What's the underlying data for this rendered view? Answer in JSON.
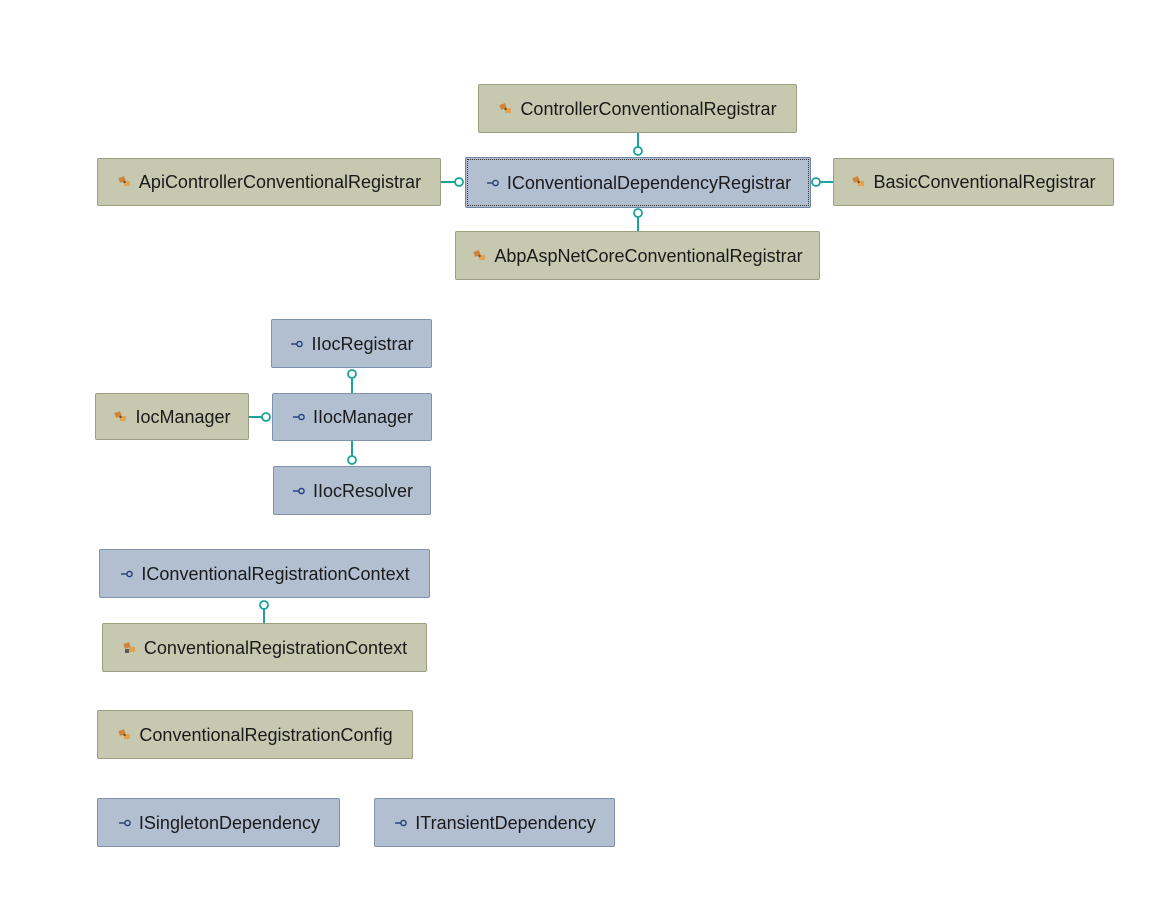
{
  "colors": {
    "class_fill": "#c6c9b0",
    "interface_fill": "#b1bfd1",
    "connector": "#1aa39a"
  },
  "nodes": {
    "controller_registrar": {
      "label": "ControllerConventionalRegistrar",
      "kind": "class",
      "icon": "class-icon"
    },
    "api_controller_registrar": {
      "label": "ApiControllerConventionalRegistrar",
      "kind": "class",
      "icon": "class-icon"
    },
    "iconventional_dependency_registrar": {
      "label": "IConventionalDependencyRegistrar",
      "kind": "interface",
      "icon": "interface-icon"
    },
    "basic_registrar": {
      "label": "BasicConventionalRegistrar",
      "kind": "class",
      "icon": "class-icon"
    },
    "abp_aspnetcore_registrar": {
      "label": "AbpAspNetCoreConventionalRegistrar",
      "kind": "class",
      "icon": "class-icon"
    },
    "iioc_registrar": {
      "label": "IIocRegistrar",
      "kind": "interface",
      "icon": "interface-icon"
    },
    "ioc_manager": {
      "label": "IocManager",
      "kind": "class",
      "icon": "class-icon"
    },
    "iioc_manager": {
      "label": "IIocManager",
      "kind": "interface",
      "icon": "interface-icon"
    },
    "iioc_resolver": {
      "label": "IIocResolver",
      "kind": "interface",
      "icon": "interface-icon"
    },
    "iconventional_registration_context": {
      "label": "IConventionalRegistrationContext",
      "kind": "interface",
      "icon": "interface-icon"
    },
    "conventional_registration_context": {
      "label": "ConventionalRegistrationContext",
      "kind": "class",
      "icon": "sealed-class-icon"
    },
    "conventional_registration_config": {
      "label": "ConventionalRegistrationConfig",
      "kind": "class",
      "icon": "class-icon"
    },
    "isingleton_dependency": {
      "label": "ISingletonDependency",
      "kind": "interface",
      "icon": "interface-icon"
    },
    "itransient_dependency": {
      "label": "ITransientDependency",
      "kind": "interface",
      "icon": "interface-icon"
    }
  }
}
